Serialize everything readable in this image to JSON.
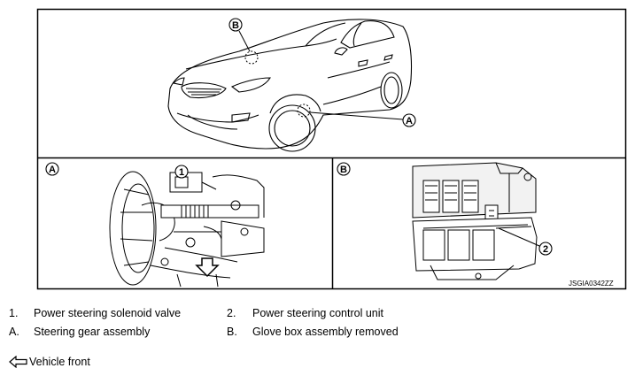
{
  "figure": {
    "code": "JSGIA0342ZZ",
    "callouts": {
      "b_top": "B",
      "a_top": "A",
      "panel_a": "A",
      "panel_b": "B",
      "num_1": "1",
      "num_2": "2"
    }
  },
  "legend": {
    "items": [
      {
        "key": "1.",
        "text": "Power steering solenoid valve"
      },
      {
        "key": "2.",
        "text": "Power steering control unit"
      },
      {
        "key": "A.",
        "text": "Steering gear assembly"
      },
      {
        "key": "B.",
        "text": "Glove box assembly removed"
      }
    ],
    "front_note": "Vehicle front"
  }
}
